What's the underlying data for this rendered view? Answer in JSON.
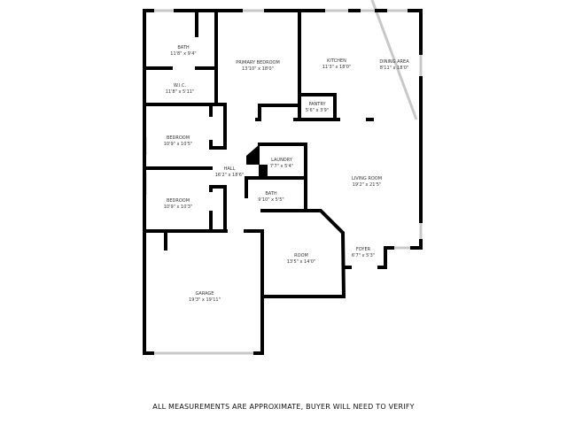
{
  "rooms": [
    {
      "name": "BATH",
      "size": "11'8\" x 9'4\""
    },
    {
      "name": "W.I.C.",
      "size": "11'8\" x 5'11\""
    },
    {
      "name": "PRIMARY BEDROOM",
      "size": "13'10\" x 18'0\""
    },
    {
      "name": "KITCHEN",
      "size": "11'3\" x 18'0\""
    },
    {
      "name": "DINING AREA",
      "size": "8'11\" x 18'0\""
    },
    {
      "name": "PANTRY",
      "size": "5'6\" x 3'9\""
    },
    {
      "name": "BEDROOM",
      "size": "10'9\" x 10'5\""
    },
    {
      "name": "LAUNDRY",
      "size": "7'7\" x 5'4\""
    },
    {
      "name": "HALL",
      "size": "16'2\" x 18'6\""
    },
    {
      "name": "LIVING ROOM",
      "size": "19'2\" x 21'5\""
    },
    {
      "name": "BATH",
      "size": "9'10\" x 5'5\""
    },
    {
      "name": "BEDROOM",
      "size": "10'9\" x 10'3\""
    },
    {
      "name": "ROOM",
      "size": "13'5\" x 14'0\""
    },
    {
      "name": "FOYER",
      "size": "6'7\" x 5'3\""
    },
    {
      "name": "GARAGE",
      "size": "19'3\" x 19'11\""
    }
  ],
  "footer": "ALL MEASUREMENTS ARE APPROXIMATE, BUYER WILL NEED TO VERIFY"
}
